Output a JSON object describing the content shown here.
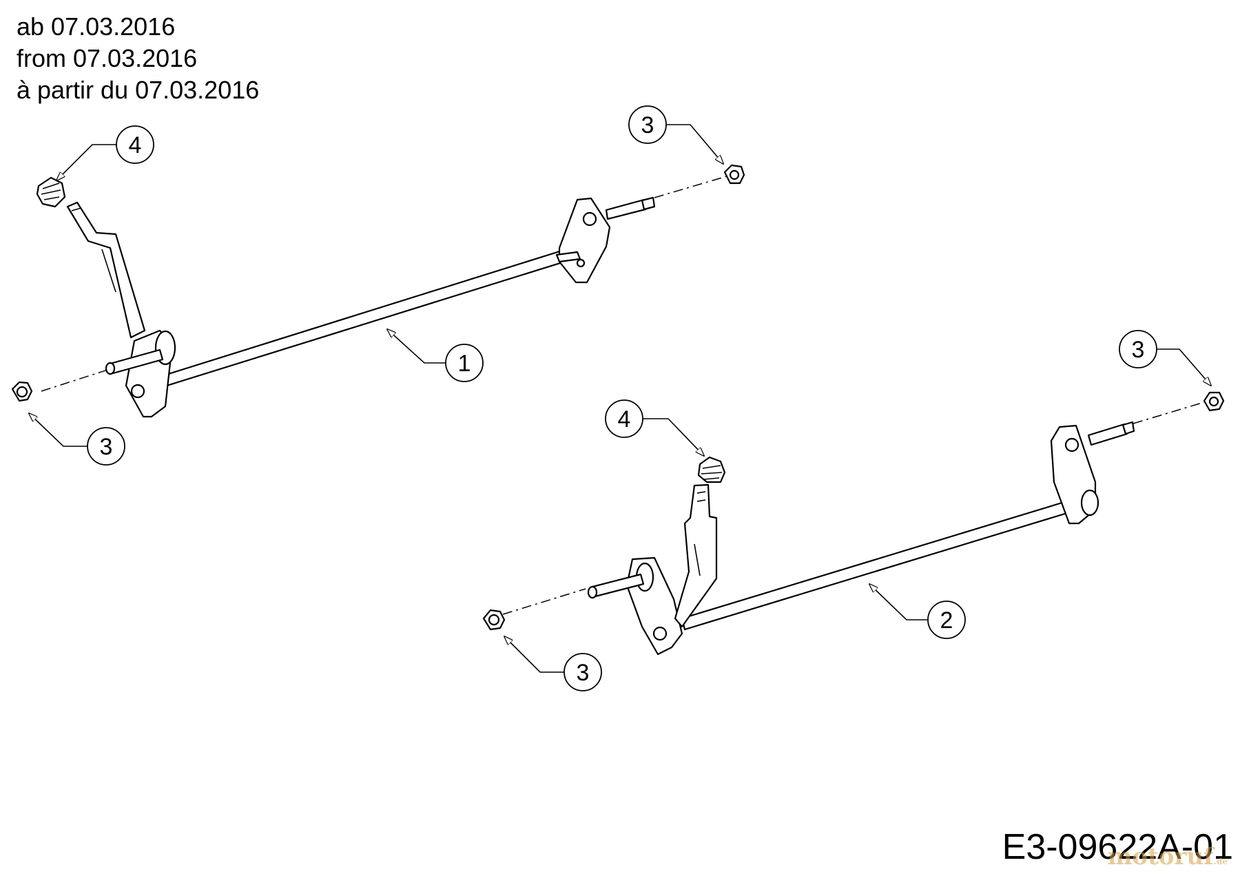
{
  "header": {
    "date_de": "ab 07.03.2016",
    "date_en": "from 07.03.2016",
    "date_fr": "à partir du 07.03.2016"
  },
  "callouts": {
    "axle_upper": "1",
    "axle_lower": "2",
    "nut_upper_right": "3",
    "nut_upper_left": "3",
    "nut_lower_right": "3",
    "nut_lower_left": "3",
    "grip_upper": "4",
    "grip_lower": "4"
  },
  "drawing_code": "E3-09622A-01",
  "watermark": {
    "text": "motoruf",
    "suffix": ".de"
  }
}
